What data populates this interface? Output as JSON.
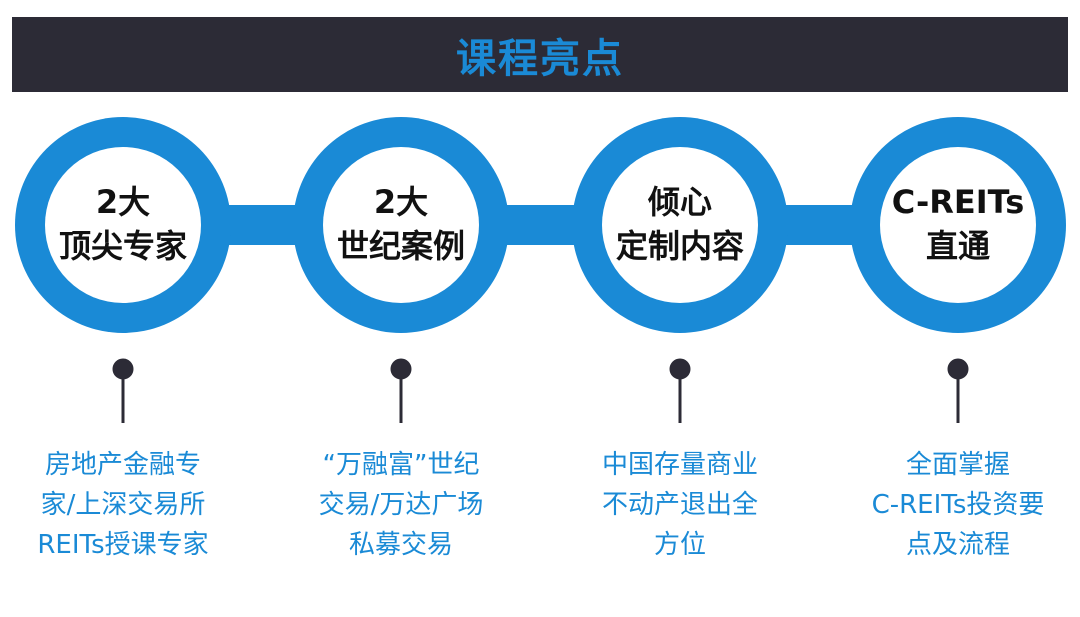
{
  "title": "课程亮点",
  "colors": {
    "accent": "#1a8ad6",
    "dark": "#2c2b36"
  },
  "items": [
    {
      "line1": "2大",
      "line2": "顶尖专家",
      "desc": [
        "房地产金融专",
        "家/上深交易所",
        "REITs授课专家"
      ]
    },
    {
      "line1": "2大",
      "line2": "世纪案例",
      "desc": [
        "“万融富”世纪",
        "交易/万达广场",
        "私募交易"
      ]
    },
    {
      "line1": "倾心",
      "line2": "定制内容",
      "desc": [
        "中国存量商业",
        "不动产退出全",
        "方位"
      ]
    },
    {
      "line1": "C-REITs",
      "line2": "直通",
      "desc": [
        "全面掌握",
        "C-REITs投资要",
        "点及流程"
      ]
    }
  ]
}
